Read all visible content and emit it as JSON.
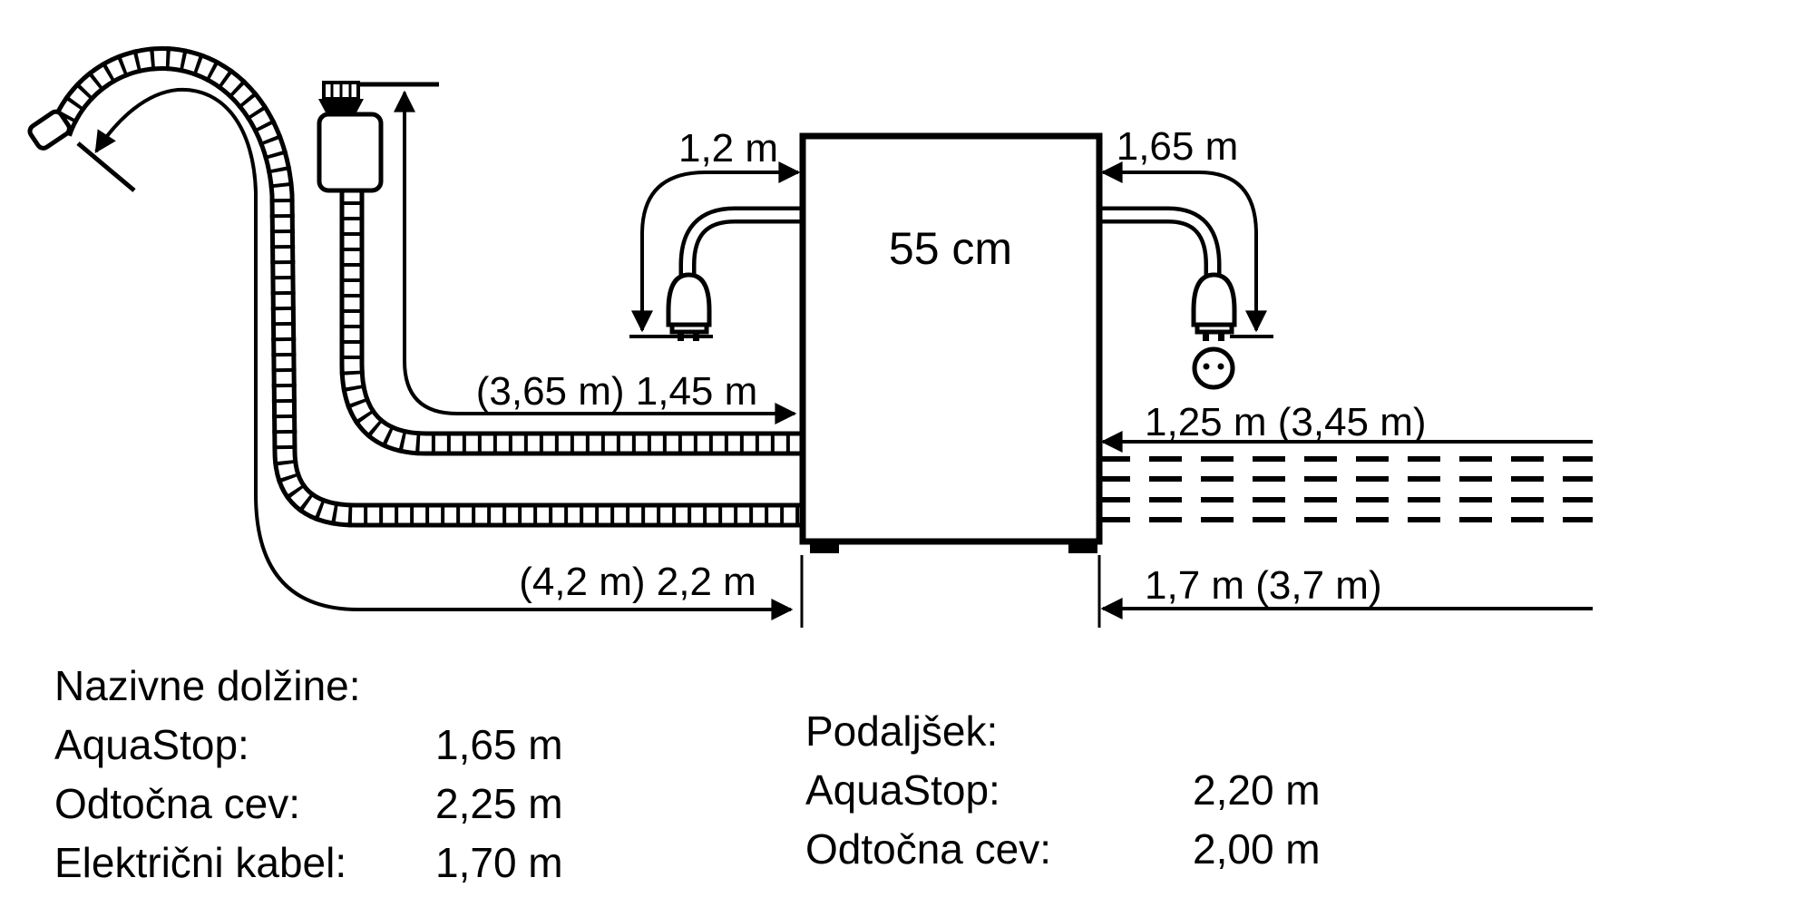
{
  "labels": {
    "cable_left": "1,2 m",
    "width": "55 cm",
    "cable_right": "1,65 m",
    "supply_hose_left": "(3,65 m) 1,45 m",
    "drain_hose_left": "(4,2 m) 2,2 m",
    "supply_hose_right": "1,25 m (3,45 m)",
    "drain_hose_right": "1,7 m (3,7 m)"
  },
  "legend_left": {
    "title": "Nazivne dolžine:",
    "rows": [
      {
        "label": "AquaStop:",
        "value": "1,65 m"
      },
      {
        "label": "Odtočna cev:",
        "value": "2,25 m"
      },
      {
        "label": "Električni kabel:",
        "value": "1,70 m"
      }
    ]
  },
  "legend_right": {
    "title": "Podaljšek:",
    "rows": [
      {
        "label": "AquaStop:",
        "value": "2,20 m"
      },
      {
        "label": "Odtočna cev:",
        "value": "2,00 m"
      }
    ]
  },
  "colors": {
    "line": "#000000",
    "background": "#ffffff"
  }
}
